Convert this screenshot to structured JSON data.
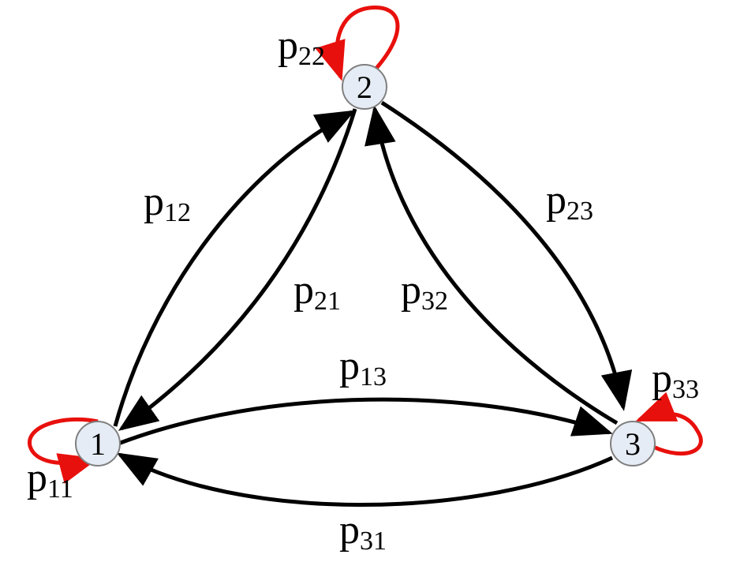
{
  "colors": {
    "transition": "#000000",
    "self_loop": "#e8100c",
    "node_fill": "#e6ecf5",
    "node_stroke": "#7f7f7f"
  },
  "nodes": {
    "n1": "1",
    "n2": "2",
    "n3": "3"
  },
  "labels": {
    "p11": {
      "base": "p",
      "sub": "11"
    },
    "p12": {
      "base": "p",
      "sub": "12"
    },
    "p13": {
      "base": "p",
      "sub": "13"
    },
    "p21": {
      "base": "p",
      "sub": "21"
    },
    "p22": {
      "base": "p",
      "sub": "22"
    },
    "p23": {
      "base": "p",
      "sub": "23"
    },
    "p31": {
      "base": "p",
      "sub": "31"
    },
    "p32": {
      "base": "p",
      "sub": "32"
    },
    "p33": {
      "base": "p",
      "sub": "33"
    }
  }
}
